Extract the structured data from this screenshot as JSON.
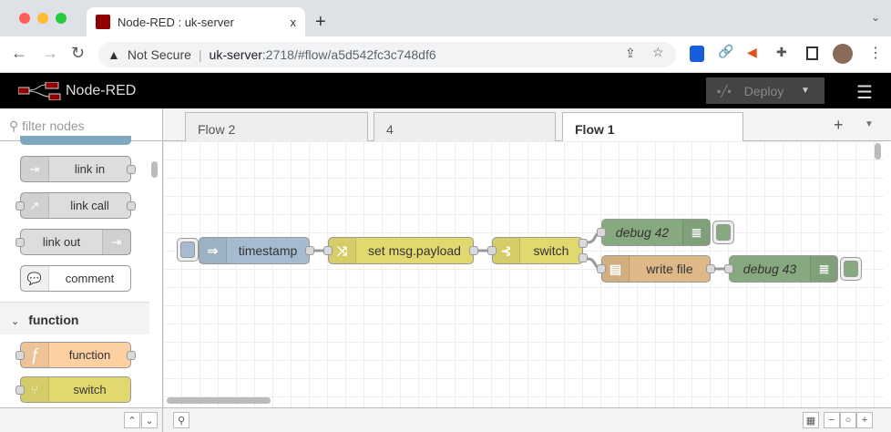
{
  "browser": {
    "tab_title": "Node-RED : uk-server",
    "security": "Not Secure",
    "url_host": "uk-server",
    "url_path": ":2718/#flow/a5d542fc3c748df6",
    "new_tab": "+",
    "close": "x"
  },
  "header": {
    "title": "Node-RED",
    "deploy": "Deploy"
  },
  "palette": {
    "filter_placeholder": "filter nodes",
    "nodes": [
      {
        "label": "link in"
      },
      {
        "label": "link call"
      },
      {
        "label": "link out"
      },
      {
        "label": "comment"
      }
    ],
    "category": "function",
    "function_nodes": [
      {
        "label": "function",
        "color": "#fdd0a2"
      },
      {
        "label": "switch",
        "color": "#e2d96e"
      }
    ]
  },
  "tabs": [
    {
      "label": "Flow 2"
    },
    {
      "label": "4"
    },
    {
      "label": "Flow 1",
      "active": true
    }
  ],
  "flow": {
    "nodes": [
      {
        "label": "timestamp",
        "color": "#a6bbcf",
        "icon": "inject-icon"
      },
      {
        "label": "set msg.payload",
        "color": "#e2d96e",
        "icon": "change-icon"
      },
      {
        "label": "switch",
        "color": "#e2d96e",
        "icon": "switch-icon"
      },
      {
        "label": "debug 42",
        "color": "#87a980",
        "icon": "debug-icon"
      },
      {
        "label": "write file",
        "color": "#deb887",
        "icon": "file-icon"
      },
      {
        "label": "debug 43",
        "color": "#87a980",
        "icon": "debug-icon"
      }
    ]
  }
}
